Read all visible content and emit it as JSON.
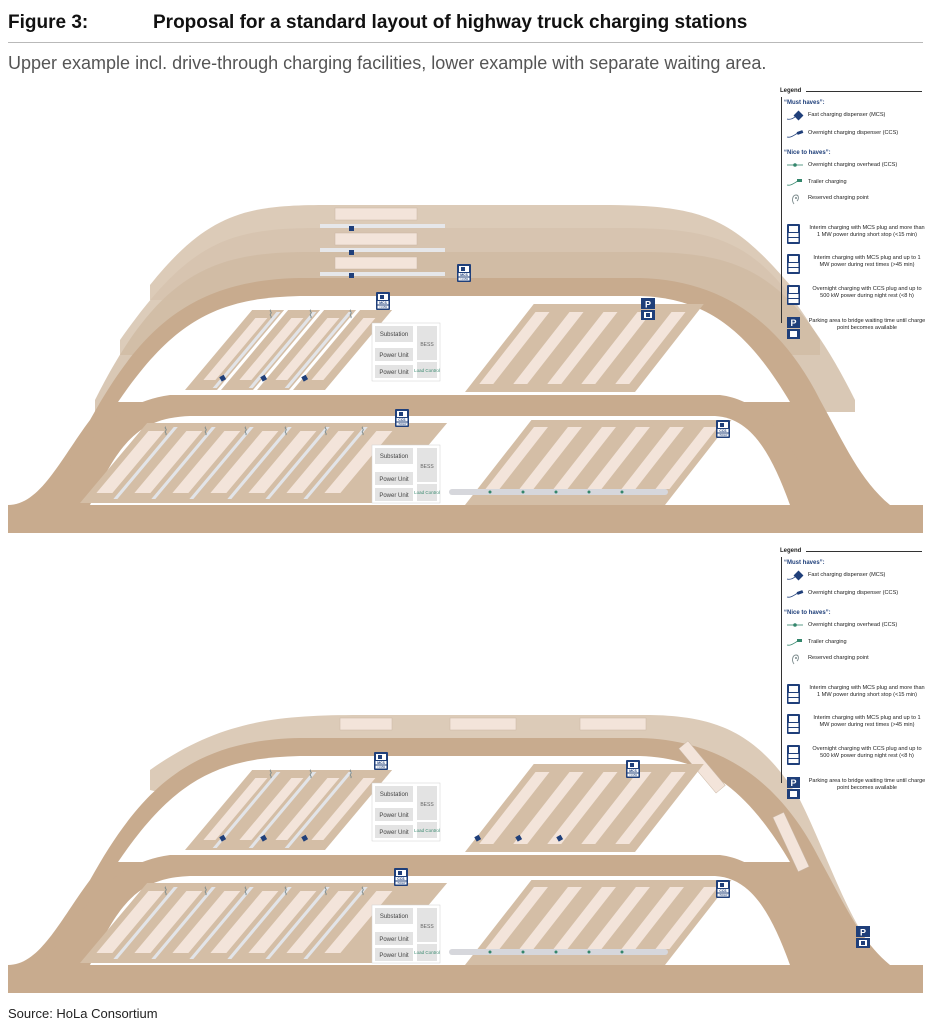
{
  "figure": {
    "label": "Figure 3:",
    "title": "Proposal for a standard layout of highway truck charging stations",
    "subtitle": "Upper example incl. drive-through charging facilities, lower example with separate waiting area.",
    "source": "Source: HoLa Consortium"
  },
  "legend": {
    "title": "Legend",
    "must_haves": "“Must haves”:",
    "nice_to_haves": "“Nice to haves”:",
    "items": {
      "mcs": "Fast charging dispenser (MCS)",
      "ccs": "Overnight charging dispenser (CCS)",
      "overhead": "Overnight charging overhead (CCS)",
      "trailer": "Trailer charging",
      "reserved": "Reserved charging point",
      "interim_gt1": "Interim charging with MCS plug and more than 1 MW power during short stop (<15 min)",
      "interim_lt1": "Interim charging with MCS plug and up to 1 MW power during rest times (>45 min)",
      "overnight_ccs": "Overnight charging with CCS plug and up to 500 kW power during night rest (<8 h)",
      "parking": "Parking area to bridge waiting time until charge point becomes available"
    }
  },
  "infra": {
    "substation": "Substation",
    "power_unit": "Power Unit",
    "bess": "BESS",
    "load_control": "Load Control"
  },
  "signs": {
    "mcs": "MCS",
    "ccs": "CCS",
    "gt1mw": ">1 MW",
    "lt1mw": "<1 MW",
    "lt500kw": "<500kW",
    "parking": "P"
  },
  "colors": {
    "road": "#c8ab8e",
    "road_light": "#dccbb8",
    "bay": "#f3e4da",
    "navy": "#1f3f7a",
    "overhead": "#34866c"
  }
}
